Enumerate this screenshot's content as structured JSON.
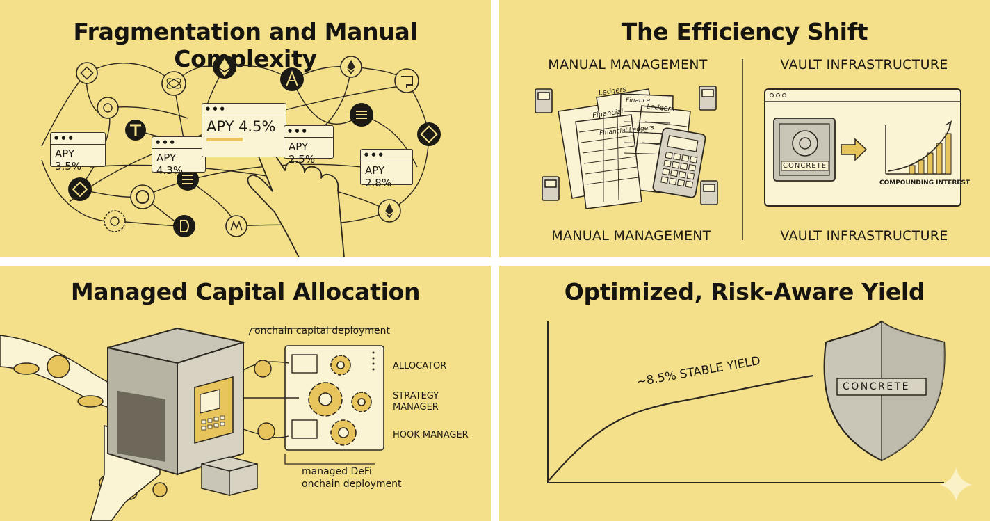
{
  "panels": {
    "fragmentation": {
      "title": "Fragmentation and Manual Complexity",
      "apy_main": "APY 4.5%",
      "apy_boxes": [
        "APY 3.5%",
        "APY 4.3%",
        "APY 2.5%",
        "APY 2.8%"
      ]
    },
    "efficiency": {
      "title": "The Efficiency Shift",
      "left_heading": "MANUAL MANAGEMENT",
      "right_heading": "VAULT INFRASTRUCTURE",
      "left_footer": "MANUAL MANAGEMENT",
      "right_footer": "VAULT INFRASTRUCTURE",
      "vault_label": "CONCRETE",
      "chart_caption": "COMPOUNDING INTEREST",
      "ledger_words": [
        "Ledgers",
        "Financial",
        "Financial Ledgers",
        "Ledgers",
        "Finance"
      ]
    },
    "allocation": {
      "title": "Managed Capital Allocation",
      "top_label": "onchain capital deployment",
      "roles": [
        "ALLOCATOR",
        "STRATEGY MANAGER",
        "HOOK MANAGER"
      ],
      "bottom_label_line1": "managed DeFi",
      "bottom_label_line2": "onchain deployment"
    },
    "yield": {
      "title": "Optimized, Risk-Aware Yield",
      "curve_label": "~8.5% STABLE YIELD",
      "shield_label": "CONCRETE"
    }
  },
  "colors": {
    "panel_bg": "#f4e08a",
    "ink": "#1c1a14",
    "paper": "#fbf4d4",
    "metal": "#c9c6b8",
    "accent_gold": "#e7c45c"
  },
  "icons": [
    "ethereum-icon",
    "binance-icon",
    "solana-icon",
    "tether-icon",
    "dash-icon",
    "arbitrum-icon",
    "sui-icon",
    "safe-icon",
    "aave-icon",
    "link-icon",
    "cosmos-icon",
    "gear-icon",
    "calculator-icon",
    "fuel-pump-icon",
    "vault-icon",
    "shield-icon",
    "hand-pointer-icon"
  ]
}
